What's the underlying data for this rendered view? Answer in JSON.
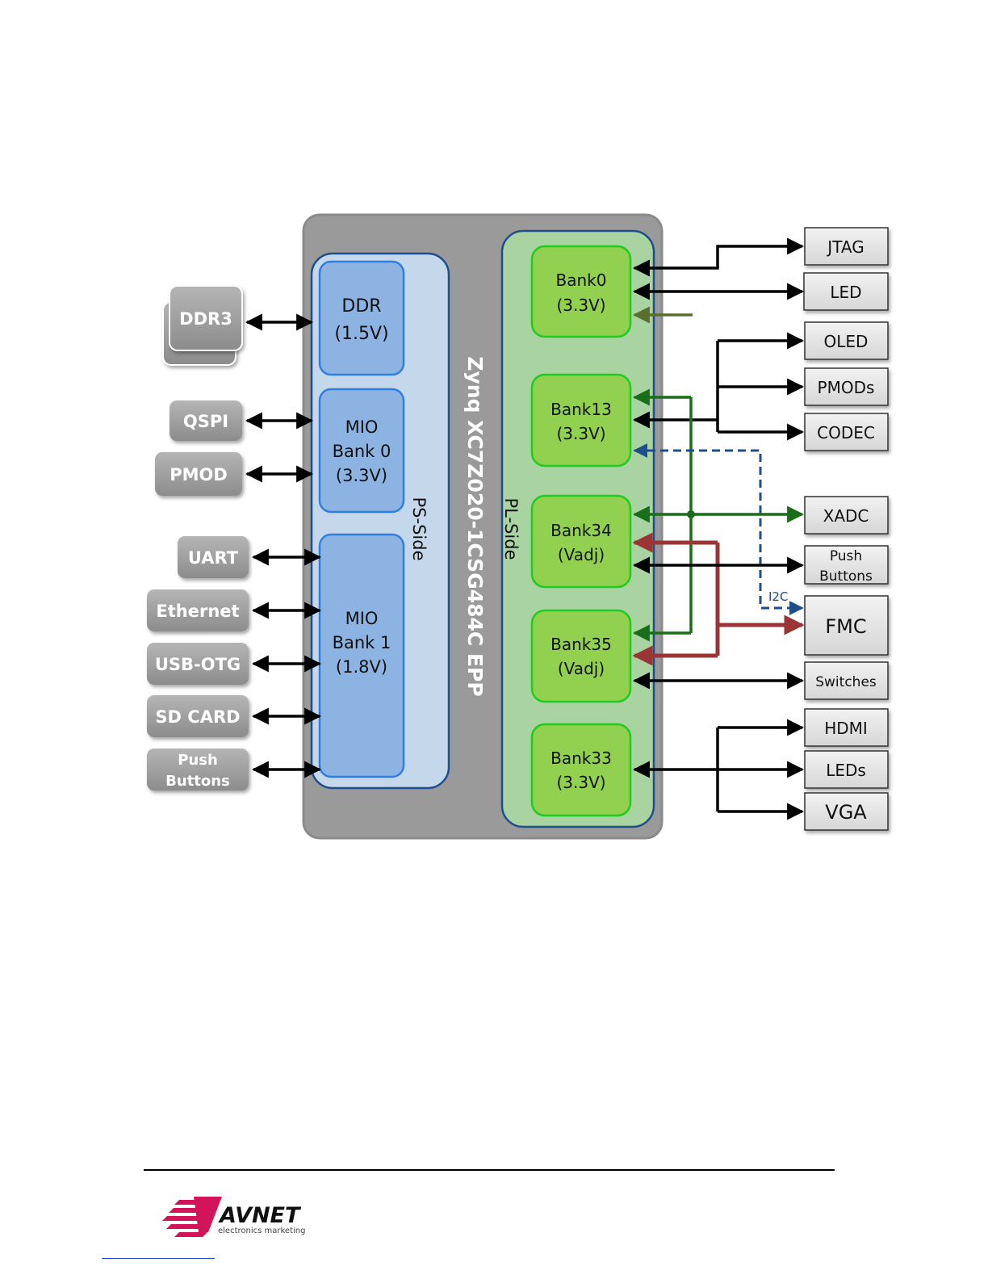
{
  "chip": {
    "title": "Zynq XC7Z020-1CSG484C EPP",
    "ps_side": "PS-Side",
    "pl_side": "PL-Side"
  },
  "ps_blocks": [
    {
      "line1": "DDR",
      "line2": "(1.5V)",
      "line3": ""
    },
    {
      "line1": "MIO",
      "line2": "Bank 0",
      "line3": "(3.3V)"
    },
    {
      "line1": "MIO",
      "line2": "Bank 1",
      "line3": "(1.8V)"
    }
  ],
  "pl_banks": [
    {
      "line1": "Bank0",
      "line2": "(3.3V)"
    },
    {
      "line1": "Bank13",
      "line2": "(3.3V)"
    },
    {
      "line1": "Bank34",
      "line2": "(Vadj)"
    },
    {
      "line1": "Bank35",
      "line2": "(Vadj)"
    },
    {
      "line1": "Bank33",
      "line2": "(3.3V)"
    }
  ],
  "left_peripherals": [
    {
      "line1": "DDR3",
      "line2": ""
    },
    {
      "line1": "QSPI",
      "line2": ""
    },
    {
      "line1": "PMOD",
      "line2": ""
    },
    {
      "line1": "UART",
      "line2": ""
    },
    {
      "line1": "Ethernet",
      "line2": ""
    },
    {
      "line1": "USB-OTG",
      "line2": ""
    },
    {
      "line1": "SD CARD",
      "line2": ""
    },
    {
      "line1": "Push",
      "line2": "Buttons"
    }
  ],
  "right_peripherals": [
    {
      "line1": "JTAG",
      "line2": ""
    },
    {
      "line1": "LED",
      "line2": ""
    },
    {
      "line1": "OLED",
      "line2": ""
    },
    {
      "line1": "PMODs",
      "line2": ""
    },
    {
      "line1": "CODEC",
      "line2": ""
    },
    {
      "line1": "XADC",
      "line2": ""
    },
    {
      "line1": "Push",
      "line2": "Buttons"
    },
    {
      "line1": "FMC",
      "line2": ""
    },
    {
      "line1": "Switches",
      "line2": ""
    },
    {
      "line1": "HDMI",
      "line2": ""
    },
    {
      "line1": "LEDs",
      "line2": ""
    },
    {
      "line1": "VGA",
      "line2": ""
    }
  ],
  "bus_label": "I2C",
  "footer": {
    "logo_name": "AVNET",
    "logo_tagline": "electronics marketing"
  },
  "colors": {
    "chip_gray": "#9a9a9a",
    "ps_panel": "#c5d7ea",
    "ps_block": "#8db3e2",
    "pl_panel": "#a9d3a0",
    "pl_bank": "#92d050",
    "green_bus": "#1a6e1a",
    "red_bus": "#9b3535",
    "i2c_blue": "#1f4e8c",
    "olive_arrow": "#5a6e2f",
    "logo_magenta": "#d4145a"
  }
}
